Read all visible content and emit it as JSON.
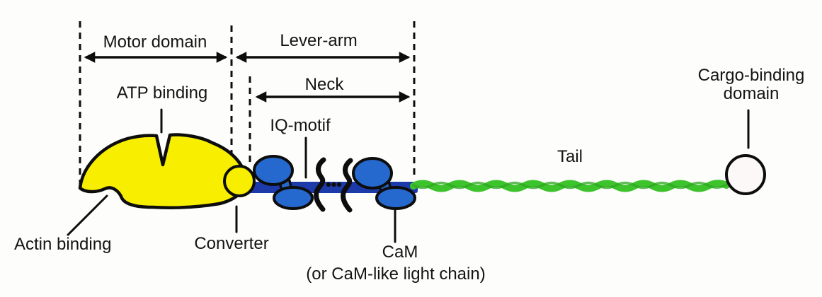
{
  "labels": {
    "motor_domain": "Motor domain",
    "lever_arm": "Lever-arm",
    "neck": "Neck",
    "atp_binding": "ATP binding",
    "iq_motif": "IQ-motif",
    "actin_binding": "Actin binding",
    "converter": "Converter",
    "cam": "CaM",
    "cam_alt": "(or CaM-like light chain)",
    "tail": "Tail",
    "cargo_binding_line1": "Cargo-binding",
    "cargo_binding_line2": "domain"
  },
  "colors": {
    "motor_domain_fill": "#f8ee00",
    "converter_fill": "#f8ee00",
    "cam_lobe_fill": "#2569cf",
    "neck_rod_fill": "#1d3aab",
    "tail_green": "#3dc32c",
    "tail_green_dark": "#2da522",
    "cargo_fill": "#fdf8f8",
    "outline": "#0d0d0d"
  }
}
